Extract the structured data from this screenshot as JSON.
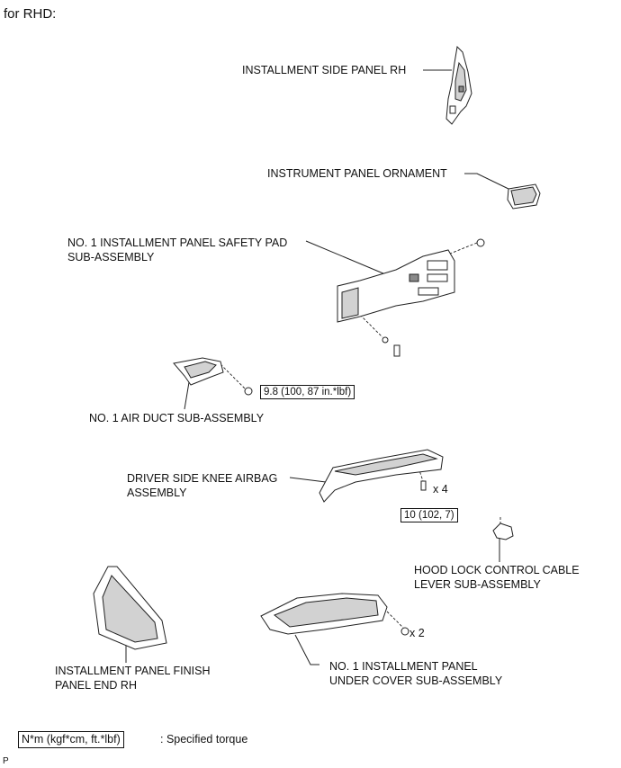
{
  "header": {
    "title": "for RHD:"
  },
  "labels": {
    "side_panel_rh": "INSTALLMENT SIDE PANEL RH",
    "panel_ornament": "INSTRUMENT PANEL ORNAMENT",
    "safety_pad": "NO. 1 INSTALLMENT PANEL SAFETY PAD\nSUB-ASSEMBLY",
    "air_duct": "NO. 1 AIR DUCT SUB-ASSEMBLY",
    "knee_airbag": "DRIVER SIDE KNEE AIRBAG\nASSEMBLY",
    "hood_lock": "HOOD LOCK CONTROL CABLE\nLEVER SUB-ASSEMBLY",
    "finish_panel": "INSTALLMENT PANEL FINISH\nPANEL END RH",
    "under_cover": "NO. 1 INSTALLMENT PANEL\nUNDER COVER SUB-ASSEMBLY"
  },
  "torques": {
    "air_duct_bolt": "9.8 (100, 87 in.*lbf)",
    "knee_airbag_bolt": "10 (102, 7)"
  },
  "quantities": {
    "knee_airbag_bolts": "x 4",
    "under_cover_bolts": "x 2"
  },
  "legend": {
    "box_text": "N*m (kgf*cm, ft.*lbf)",
    "description": ": Specified torque"
  },
  "footer": {
    "code": "P"
  }
}
